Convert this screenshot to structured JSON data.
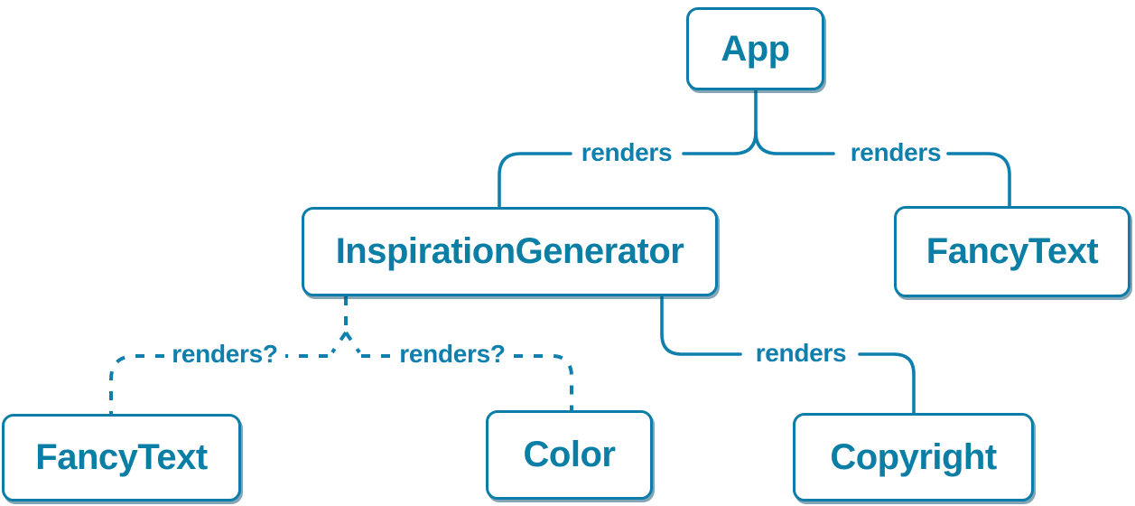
{
  "diagram": {
    "type": "component-tree",
    "nodes": [
      {
        "id": "app",
        "label": "App"
      },
      {
        "id": "inspiration-generator",
        "label": "InspirationGenerator"
      },
      {
        "id": "fancy-text-top",
        "label": "FancyText"
      },
      {
        "id": "fancy-text-bottom",
        "label": "FancyText"
      },
      {
        "id": "color",
        "label": "Color"
      },
      {
        "id": "copyright",
        "label": "Copyright"
      }
    ],
    "edges": [
      {
        "from": "App",
        "to": "InspirationGenerator",
        "label": "renders",
        "style": "solid"
      },
      {
        "from": "App",
        "to": "FancyText",
        "label": "renders",
        "style": "solid"
      },
      {
        "from": "InspirationGenerator",
        "to": "FancyText",
        "label": "renders?",
        "style": "dashed"
      },
      {
        "from": "InspirationGenerator",
        "to": "Color",
        "label": "renders?",
        "style": "dashed"
      },
      {
        "from": "InspirationGenerator",
        "to": "Copyright",
        "label": "renders",
        "style": "solid"
      }
    ],
    "colors": {
      "line_blue": "#0f7fad",
      "box_border": "#0c7ca8",
      "box_text": "#0a7ea4",
      "box_fill": "#ffffff",
      "bg": "#ffffff"
    }
  }
}
